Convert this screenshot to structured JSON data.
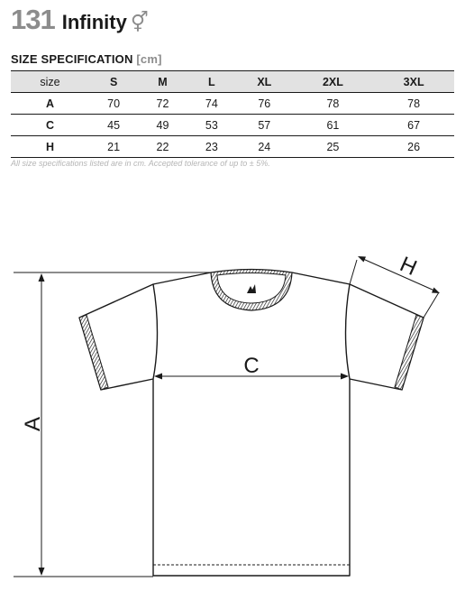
{
  "header": {
    "code": "131",
    "model": "Infinity",
    "gender_symbol": "⚥"
  },
  "spec": {
    "title": "SIZE SPECIFICATION",
    "unit": "[cm]",
    "columns": [
      "size",
      "S",
      "M",
      "L",
      "XL",
      "2XL",
      "3XL"
    ],
    "rows": [
      {
        "label": "A",
        "values": [
          "70",
          "72",
          "74",
          "76",
          "78",
          "78"
        ]
      },
      {
        "label": "C",
        "values": [
          "45",
          "49",
          "53",
          "57",
          "61",
          "67"
        ]
      },
      {
        "label": "H",
        "values": [
          "21",
          "22",
          "23",
          "24",
          "25",
          "26"
        ]
      }
    ],
    "note": "All size specifications listed are in cm. Accepted tolerance of up to ± 5%."
  },
  "diagram": {
    "label_a": "A",
    "label_c": "C",
    "label_h": "H",
    "line_color": "#1a1a1a"
  }
}
